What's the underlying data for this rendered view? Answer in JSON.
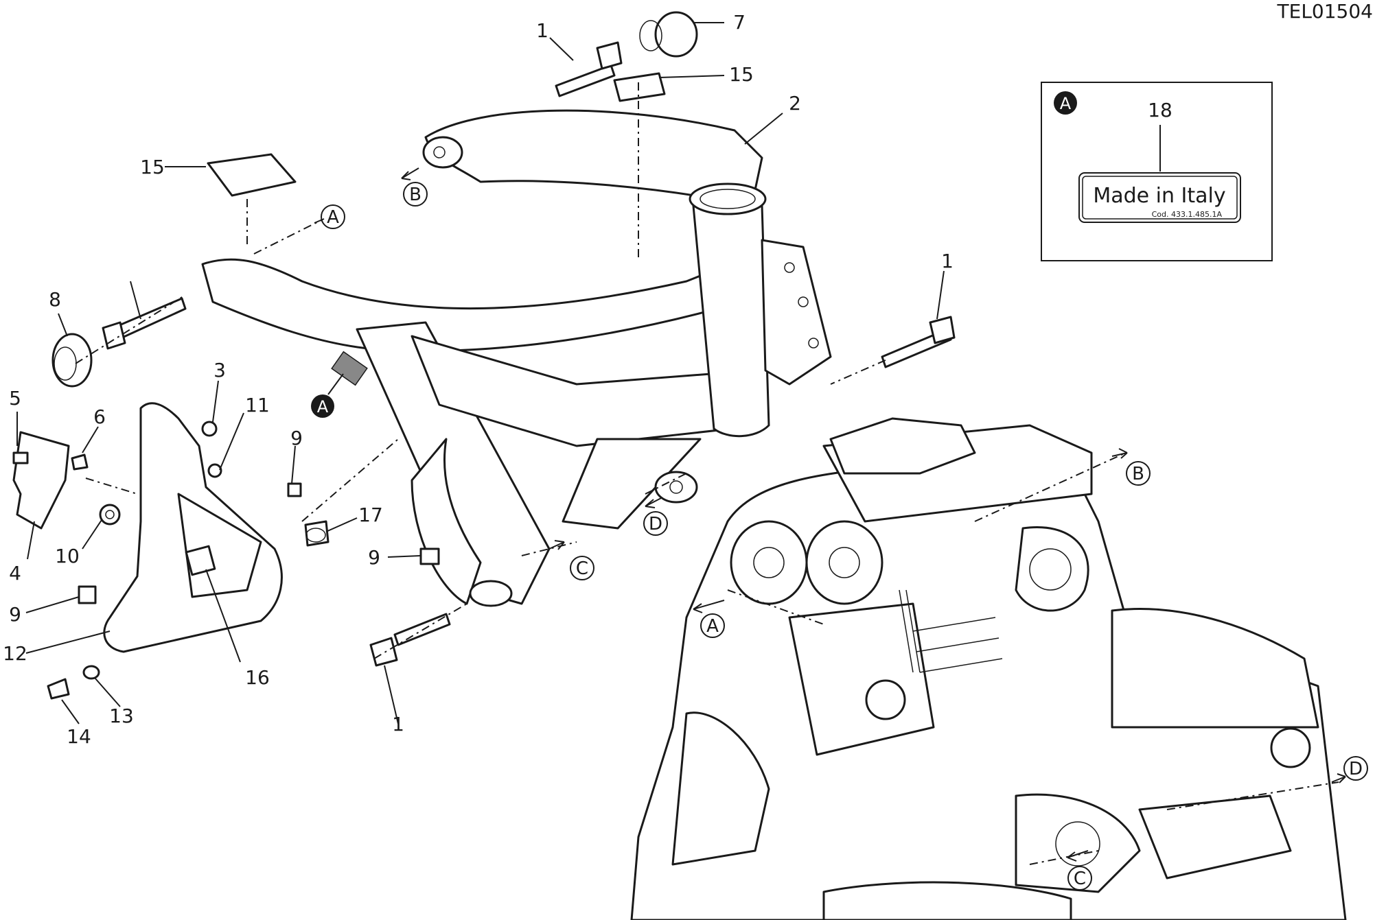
{
  "drawing_code": "TEL01504",
  "detail_box": {
    "marker": "A",
    "part_number": "18",
    "label_main": "Made in Italy",
    "label_code": "Cod. 433.1.485.1A"
  },
  "callouts": [
    "1",
    "7",
    "15",
    "2",
    "15",
    "1",
    "8",
    "3",
    "11",
    "5",
    "6",
    "9",
    "17",
    "9",
    "10",
    "4",
    "9",
    "12",
    "16",
    "1",
    "13",
    "14"
  ],
  "ref_letters": [
    "A",
    "B",
    "A",
    "B",
    "C",
    "D",
    "A",
    "C",
    "D"
  ],
  "marker_frame": "A"
}
